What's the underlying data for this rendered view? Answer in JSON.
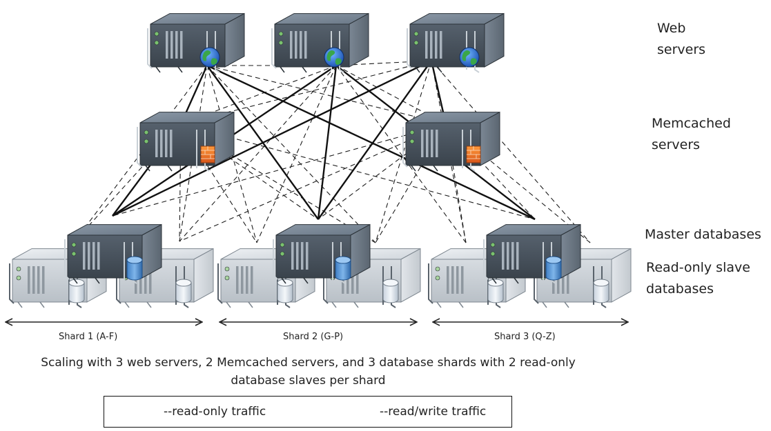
{
  "tiers": {
    "web": {
      "line1": "Web",
      "line2": "servers"
    },
    "memcached": {
      "line1": "Memcached",
      "line2": "servers"
    },
    "master": "Master databases",
    "slave": {
      "line1": "Read-only slave",
      "line2": "databases"
    }
  },
  "shards": [
    {
      "label": "Shard 1 (A-F)"
    },
    {
      "label": "Shard 2 (G-P)"
    },
    {
      "label": "Shard 3 (Q-Z)"
    }
  ],
  "caption": {
    "line1": "Scaling with 3 web servers, 2 Memcached servers, and 3 database shards with 2 read-only",
    "line2": "database slaves per shard"
  },
  "legend": {
    "read_only": "--read-only traffic",
    "read_write": "--read/write traffic"
  },
  "nodes": {
    "web_servers": [
      "web-server-1",
      "web-server-2",
      "web-server-3"
    ],
    "memcached_servers": [
      "memcached-server-1",
      "memcached-server-2"
    ],
    "master_databases": [
      "master-db-shard-1",
      "master-db-shard-2",
      "master-db-shard-3"
    ],
    "slave_databases": [
      "slave-db-shard-1-a",
      "slave-db-shard-1-b",
      "slave-db-shard-2-a",
      "slave-db-shard-2-b",
      "slave-db-shard-3-a",
      "slave-db-shard-3-b"
    ]
  },
  "connections": {
    "read_write": [
      [
        "web-server-1",
        "memcached-server-1"
      ],
      [
        "web-server-1",
        "master-db-shard-2"
      ],
      [
        "web-server-1",
        "master-db-shard-3"
      ],
      [
        "web-server-2",
        "master-db-shard-2"
      ],
      [
        "web-server-2",
        "master-db-shard-1"
      ],
      [
        "web-server-2",
        "master-db-shard-3"
      ],
      [
        "web-server-3",
        "memcached-server-2"
      ],
      [
        "web-server-3",
        "master-db-shard-1"
      ],
      [
        "web-server-3",
        "master-db-shard-2"
      ],
      [
        "memcached-server-1",
        "master-db-shard-1"
      ]
    ],
    "read_only": [
      [
        "web-server-1",
        "web-server-2"
      ],
      [
        "web-server-2",
        "web-server-3"
      ],
      [
        "web-server-1",
        "slave-db-shard-1-a"
      ],
      [
        "web-server-1",
        "slave-db-shard-1-b"
      ],
      [
        "web-server-1",
        "slave-db-shard-2-a"
      ],
      [
        "web-server-1",
        "slave-db-shard-2-b"
      ],
      [
        "web-server-1",
        "memcached-server-2"
      ],
      [
        "web-server-2",
        "memcached-server-1"
      ],
      [
        "web-server-2",
        "memcached-server-2"
      ],
      [
        "web-server-2",
        "slave-db-shard-1-b"
      ],
      [
        "web-server-2",
        "slave-db-shard-2-a"
      ],
      [
        "web-server-2",
        "slave-db-shard-3-a"
      ],
      [
        "web-server-3",
        "memcached-server-1"
      ],
      [
        "web-server-3",
        "slave-db-shard-2-b"
      ],
      [
        "web-server-3",
        "slave-db-shard-3-a"
      ],
      [
        "web-server-3",
        "slave-db-shard-3-b"
      ],
      [
        "memcached-server-1",
        "slave-db-shard-1-a"
      ],
      [
        "memcached-server-1",
        "slave-db-shard-1-b"
      ],
      [
        "memcached-server-1",
        "slave-db-shard-2-a"
      ],
      [
        "memcached-server-1",
        "master-db-shard-2"
      ],
      [
        "memcached-server-1",
        "slave-db-shard-2-b"
      ],
      [
        "memcached-server-1",
        "master-db-shard-3"
      ],
      [
        "memcached-server-2",
        "master-db-shard-1"
      ],
      [
        "memcached-server-2",
        "slave-db-shard-2-b"
      ],
      [
        "memcached-server-2",
        "master-db-shard-2"
      ],
      [
        "memcached-server-2",
        "slave-db-shard-3-a"
      ],
      [
        "memcached-server-2",
        "slave-db-shard-3-b"
      ],
      [
        "memcached-server-2",
        "master-db-shard-3"
      ],
      [
        "memcached-server-2",
        "slave-db-shard-1-b"
      ]
    ]
  }
}
